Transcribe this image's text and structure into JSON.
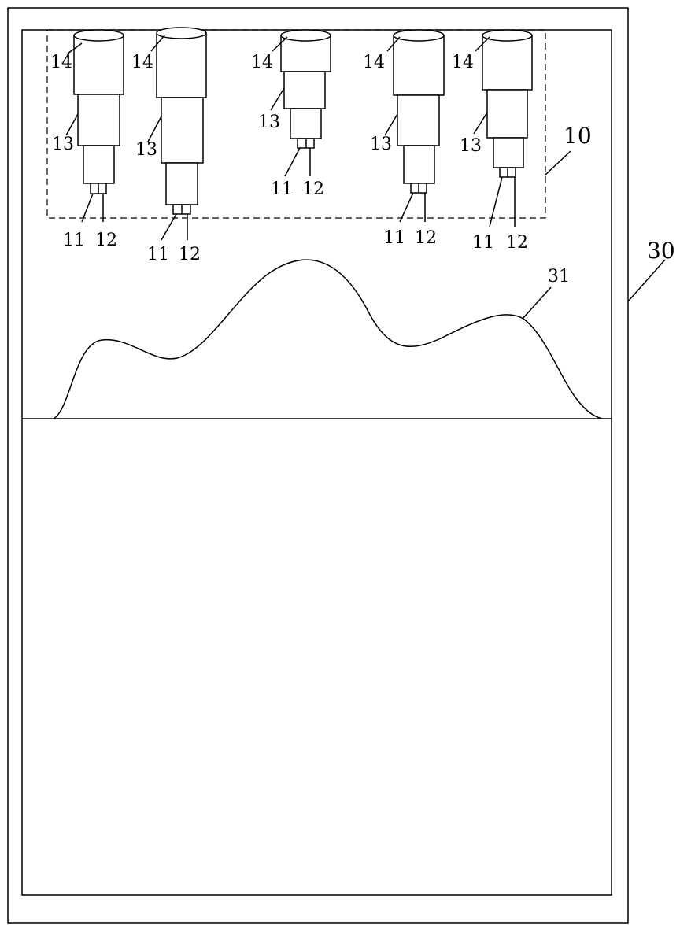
{
  "labels": {
    "housing": "30",
    "sensor_group": "10",
    "wave_profile": "31",
    "sensors": [
      {
        "cap": "14",
        "body": "13",
        "tip_left": "11",
        "tip_right": "12"
      },
      {
        "cap": "14",
        "body": "13",
        "tip_left": "11",
        "tip_right": "12"
      },
      {
        "cap": "14",
        "body": "13",
        "tip_left": "11",
        "tip_right": "12"
      },
      {
        "cap": "14",
        "body": "13",
        "tip_left": "11",
        "tip_right": "12"
      },
      {
        "cap": "14",
        "body": "13",
        "tip_left": "11",
        "tip_right": "12"
      }
    ]
  }
}
